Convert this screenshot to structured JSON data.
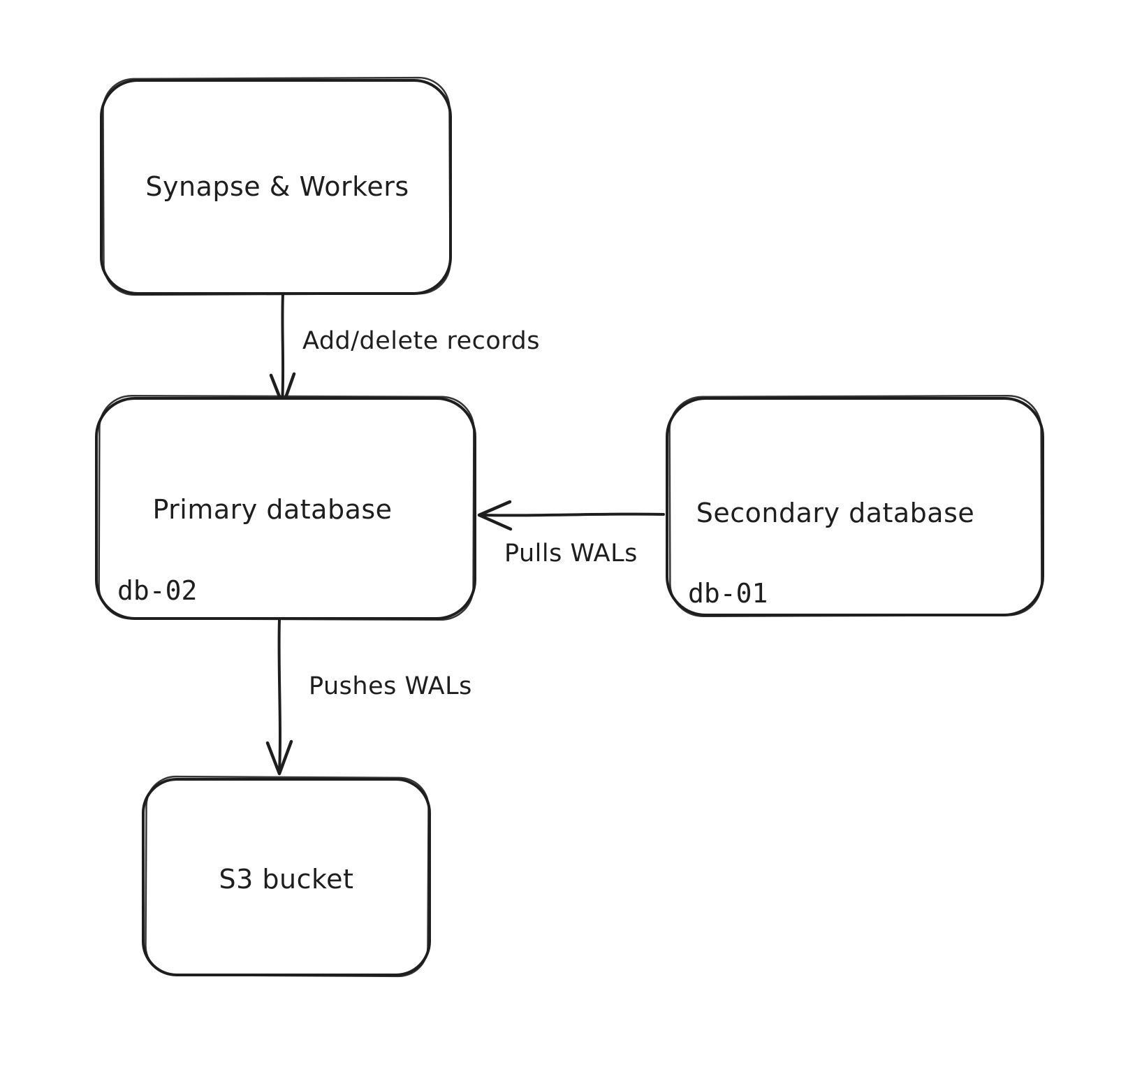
{
  "canvas": {
    "background": "#ffffff",
    "stroke_color": "#1e1e1e"
  },
  "nodes": [
    {
      "id": "synapse-workers",
      "label": "Synapse & Workers"
    },
    {
      "id": "primary-database",
      "label": "Primary database",
      "sublabel": "db-02"
    },
    {
      "id": "secondary-database",
      "label": "Secondary database",
      "sublabel": "db-01"
    },
    {
      "id": "s3-bucket",
      "label": "S3 bucket"
    }
  ],
  "edges": [
    {
      "id": "synapse-to-primary",
      "from": "synapse-workers",
      "to": "primary-database",
      "label": "Add/delete records",
      "direction": "down"
    },
    {
      "id": "secondary-to-primary",
      "from": "secondary-database",
      "to": "primary-database",
      "label": "Pulls WALs",
      "direction": "left"
    },
    {
      "id": "primary-to-s3",
      "from": "primary-database",
      "to": "s3-bucket",
      "label": "Pushes WALs",
      "direction": "down"
    }
  ]
}
